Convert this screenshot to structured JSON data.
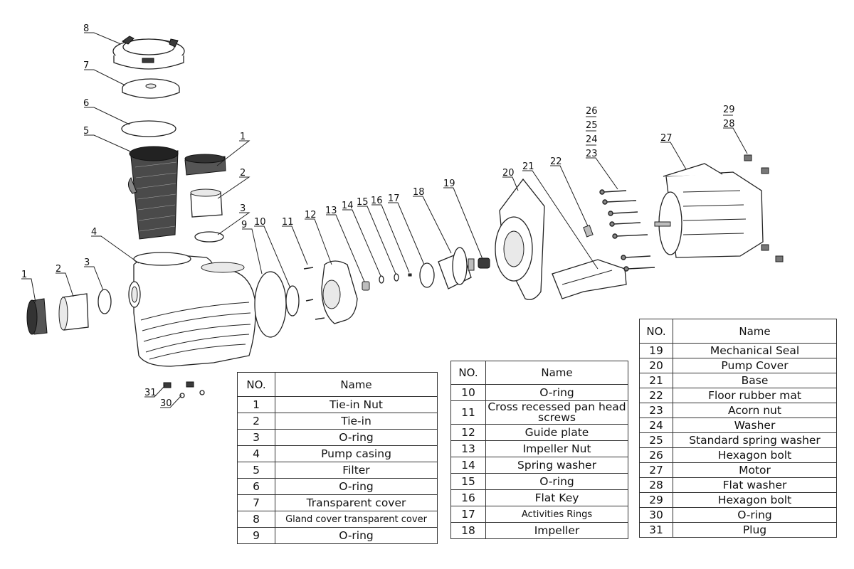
{
  "callouts": [
    "1",
    "2",
    "3",
    "4",
    "5",
    "6",
    "7",
    "8",
    "9",
    "10",
    "11",
    "12",
    "13",
    "14",
    "15",
    "16",
    "17",
    "18",
    "19",
    "20",
    "21",
    "22",
    "23",
    "24",
    "25",
    "26",
    "27",
    "28",
    "29",
    "30",
    "31"
  ],
  "tables": {
    "header_no": "NO.",
    "header_name": "Name",
    "table1": [
      {
        "no": "1",
        "name": "Tie-in Nut"
      },
      {
        "no": "2",
        "name": "Tie-in"
      },
      {
        "no": "3",
        "name": "O-ring"
      },
      {
        "no": "4",
        "name": "Pump casing"
      },
      {
        "no": "5",
        "name": "Filter"
      },
      {
        "no": "6",
        "name": "O-ring"
      },
      {
        "no": "7",
        "name": "Transparent cover"
      },
      {
        "no": "8",
        "name": "Gland cover transparent cover"
      },
      {
        "no": "9",
        "name": "O-ring"
      }
    ],
    "table2": [
      {
        "no": "10",
        "name": "O-ring"
      },
      {
        "no": "11",
        "name": "Cross recessed pan head screws"
      },
      {
        "no": "12",
        "name": "Guide plate"
      },
      {
        "no": "13",
        "name": "Impeller Nut"
      },
      {
        "no": "14",
        "name": "Spring washer"
      },
      {
        "no": "15",
        "name": "O-ring"
      },
      {
        "no": "16",
        "name": "Flat Key"
      },
      {
        "no": "17",
        "name": "Activities Rings"
      },
      {
        "no": "18",
        "name": "Impeller"
      }
    ],
    "table3": [
      {
        "no": "19",
        "name": "Mechanical  Seal"
      },
      {
        "no": "20",
        "name": "Pump Cover"
      },
      {
        "no": "21",
        "name": "Base"
      },
      {
        "no": "22",
        "name": "Floor rubber mat"
      },
      {
        "no": "23",
        "name": "Acorn nut"
      },
      {
        "no": "24",
        "name": "Washer"
      },
      {
        "no": "25",
        "name": "Standard spring washer"
      },
      {
        "no": "26",
        "name": "Hexagon bolt"
      },
      {
        "no": "27",
        "name": "Motor"
      },
      {
        "no": "28",
        "name": "Flat washer"
      },
      {
        "no": "29",
        "name": "Hexagon bolt"
      },
      {
        "no": "30",
        "name": "O-ring"
      },
      {
        "no": "31",
        "name": "Plug"
      }
    ]
  }
}
